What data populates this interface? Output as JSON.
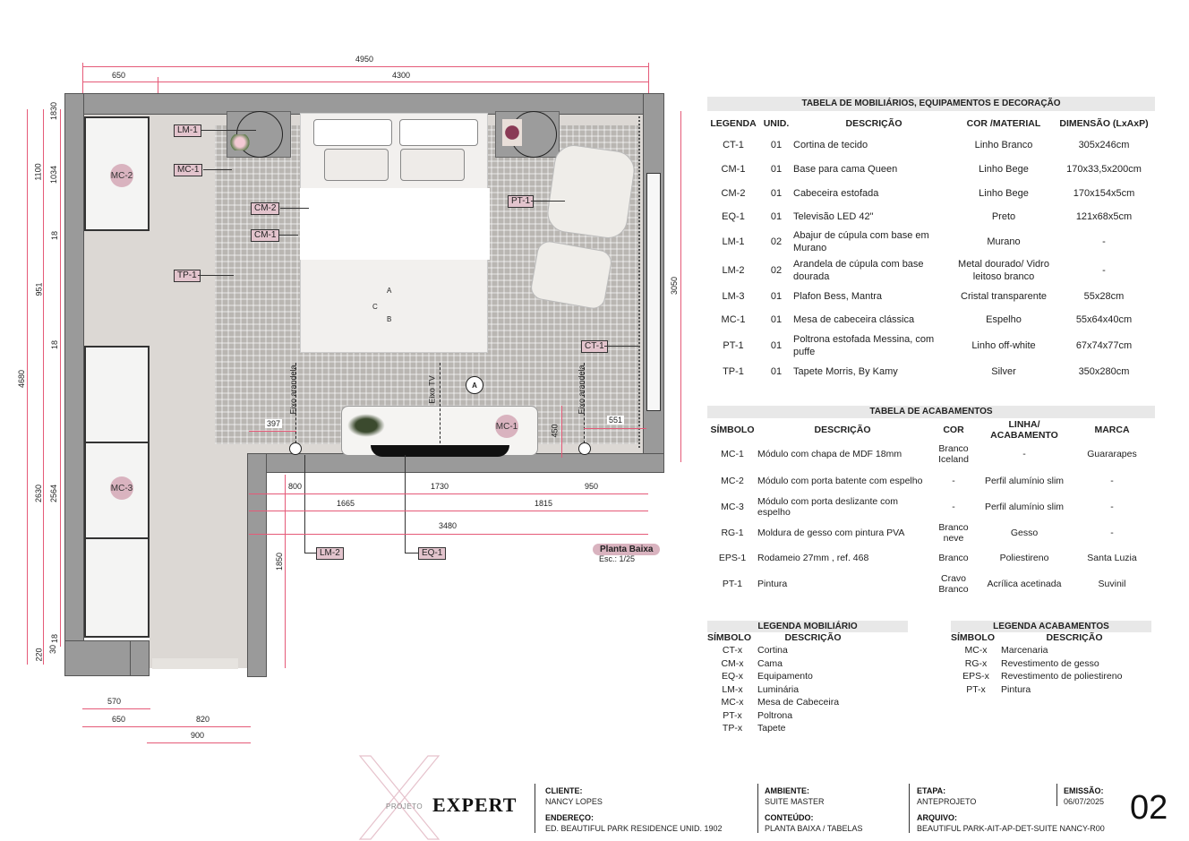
{
  "plan": {
    "tags": {
      "lm1": "LM-1",
      "mc1_left": "MC-1",
      "cm2": "CM-2",
      "cm1": "CM-1",
      "tp1": "TP-1",
      "pt1": "PT-1",
      "ct1": "CT-1",
      "lm2": "LM-2",
      "eq1": "EQ-1"
    },
    "circle_tags": {
      "mc2": "MC-2",
      "mc3": "MC-3",
      "mc1_console": "MC-1"
    },
    "points": {
      "a": "A",
      "b": "B",
      "c": "C"
    },
    "section_marker": "A",
    "axis_labels": {
      "left": "Eixo arandela",
      "tv": "Eixo TV",
      "right": "Eixo arandela"
    },
    "dimensions": {
      "top_total": "4950",
      "top_left": "650",
      "top_right": "4300",
      "left_total": "4680",
      "left_1100": "1100",
      "left_1830": "1830",
      "left_1034": "1034",
      "left_18a": "18",
      "left_951": "951",
      "left_18b": "18",
      "left_2630": "2630",
      "left_2564": "2564",
      "left_30": "30",
      "left_18c": "18",
      "left_220": "220",
      "right_3050": "3050",
      "d397": "397",
      "d551": "551",
      "d450": "450",
      "d800": "800",
      "d1730": "1730",
      "d950": "950",
      "d1665": "1665",
      "d1815": "1815",
      "d3480": "3480",
      "d1850": "1850",
      "bottom_570": "570",
      "bottom_650": "650",
      "bottom_820": "820",
      "bottom_900": "900"
    },
    "view_label": "Planta Baixa",
    "scale": "Esc.: 1/25"
  },
  "furniture_table": {
    "title": "TABELA DE MOBILIÁRIOS, EQUIPAMENTOS E DECORAÇÃO",
    "headers": [
      "LEGENDA",
      "UNID.",
      "DESCRIÇÃO",
      "COR /MATERIAL",
      "DIMENSÃO (LxAxP)"
    ],
    "rows": [
      [
        "CT-1",
        "01",
        "Cortina de tecido",
        "Linho Branco",
        "305x246cm"
      ],
      [
        "CM-1",
        "01",
        "Base para cama Queen",
        "Linho Bege",
        "170x33,5x200cm"
      ],
      [
        "CM-2",
        "01",
        "Cabeceira estofada",
        "Linho Bege",
        "170x154x5cm"
      ],
      [
        "EQ-1",
        "01",
        "Televisão LED 42\"",
        "Preto",
        "121x68x5cm"
      ],
      [
        "LM-1",
        "02",
        "Abajur de cúpula com base em Murano",
        "Murano",
        "-"
      ],
      [
        "LM-2",
        "02",
        "Arandela de cúpula com base dourada",
        "Metal dourado/ Vidro leitoso branco",
        "-"
      ],
      [
        "LM-3",
        "01",
        "Plafon Bess, Mantra",
        "Cristal transparente",
        "55x28cm"
      ],
      [
        "MC-1",
        "01",
        "Mesa de cabeceira clássica",
        "Espelho",
        "55x64x40cm"
      ],
      [
        "PT-1",
        "01",
        "Poltrona estofada Messina, com puffe",
        "Linho off-white",
        "67x74x77cm"
      ],
      [
        "TP-1",
        "01",
        "Tapete Morris, By Kamy",
        "Silver",
        "350x280cm"
      ]
    ]
  },
  "finishes_table": {
    "title": "TABELA DE ACABAMENTOS",
    "headers": [
      "SÍMBOLO",
      "DESCRIÇÃO",
      "COR",
      "LINHA/ ACABAMENTO",
      "MARCA"
    ],
    "rows": [
      [
        "MC-1",
        "Módulo com chapa de MDF 18mm",
        "Branco Iceland",
        "-",
        "Guararapes"
      ],
      [
        "MC-2",
        "Módulo com porta batente com espelho",
        "-",
        "Perfil alumínio slim",
        "-"
      ],
      [
        "MC-3",
        "Módulo com porta deslizante com espelho",
        "-",
        "Perfil alumínio slim",
        "-"
      ],
      [
        "RG-1",
        "Moldura de gesso com pintura PVA",
        "Branco neve",
        "Gesso",
        "-"
      ],
      [
        "EPS-1",
        "Rodameio 27mm , ref. 468",
        "Branco",
        "Poliestireno",
        "Santa Luzia"
      ],
      [
        "PT-1",
        "Pintura",
        "Cravo Branco",
        "Acrílica acetinada",
        "Suvinil"
      ]
    ]
  },
  "legend_furniture": {
    "title": "LEGENDA MOBILIÁRIO",
    "headers": [
      "SÍMBOLO",
      "DESCRIÇÃO"
    ],
    "rows": [
      [
        "CT-x",
        "Cortina"
      ],
      [
        "CM-x",
        "Cama"
      ],
      [
        "EQ-x",
        "Equipamento"
      ],
      [
        "LM-x",
        "Luminária"
      ],
      [
        "MC-x",
        "Mesa de Cabeceira"
      ],
      [
        "PT-x",
        "Poltrona"
      ],
      [
        "TP-x",
        "Tapete"
      ]
    ]
  },
  "legend_finishes": {
    "title": "LEGENDA ACABAMENTOS",
    "headers": [
      "SÍMBOLO",
      "DESCRIÇÃO"
    ],
    "rows": [
      [
        "MC-x",
        "Marcenaria"
      ],
      [
        "RG-x",
        "Revestimento de gesso"
      ],
      [
        "EPS-x",
        "Revestimento de poliestireno"
      ],
      [
        "PT-x",
        "Pintura"
      ]
    ]
  },
  "title_block": {
    "logo_small": "PROJETO",
    "logo_big": "EXPERT",
    "cliente_label": "CLIENTE:",
    "cliente": "NANCY LOPES",
    "endereco_label": "ENDEREÇO:",
    "endereco": "ED. BEAUTIFUL PARK RESIDENCE UNID. 1902",
    "ambiente_label": "AMBIENTE:",
    "ambiente": "SUITE MASTER",
    "conteudo_label": "CONTEÚDO:",
    "conteudo": "PLANTA BAIXA / TABELAS",
    "etapa_label": "ETAPA:",
    "etapa": "ANTEPROJETO",
    "arquivo_label": "ARQUIVO:",
    "arquivo": "BEAUTIFUL PARK-AIT-AP-DET-SUITE NANCY-R00",
    "emissao_label": "EMISSÃO:",
    "emissao": "06/07/2025",
    "sheet_number": "02"
  },
  "colors": {
    "dimension": "#e55a78",
    "tag_fill": "#e3c4cd",
    "wall": "#9a9a9a",
    "table_header": "#e8e8e8"
  }
}
